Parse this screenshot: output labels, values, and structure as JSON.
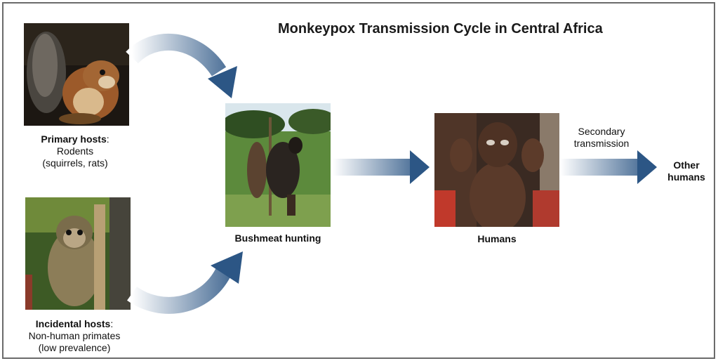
{
  "title": "Monkeypox Transmission Cycle in Central Africa",
  "primary_hosts": {
    "heading": "Primary hosts",
    "heading_suffix": ":",
    "line1": "Rodents",
    "line2": "(squirrels, rats)"
  },
  "incidental_hosts": {
    "heading": "Incidental hosts",
    "heading_suffix": ":",
    "line1": "Non-human primates",
    "line2": "(low prevalence)"
  },
  "bushmeat": {
    "label": "Bushmeat hunting"
  },
  "humans": {
    "label": "Humans"
  },
  "secondary": {
    "line1": "Secondary",
    "line2": "transmission"
  },
  "other_humans": {
    "line1": "Other",
    "line2": "humans"
  },
  "colors": {
    "arrow_dark": "#2c5685",
    "arrow_light": "#ffffff",
    "frame": "#6b6b6b"
  }
}
